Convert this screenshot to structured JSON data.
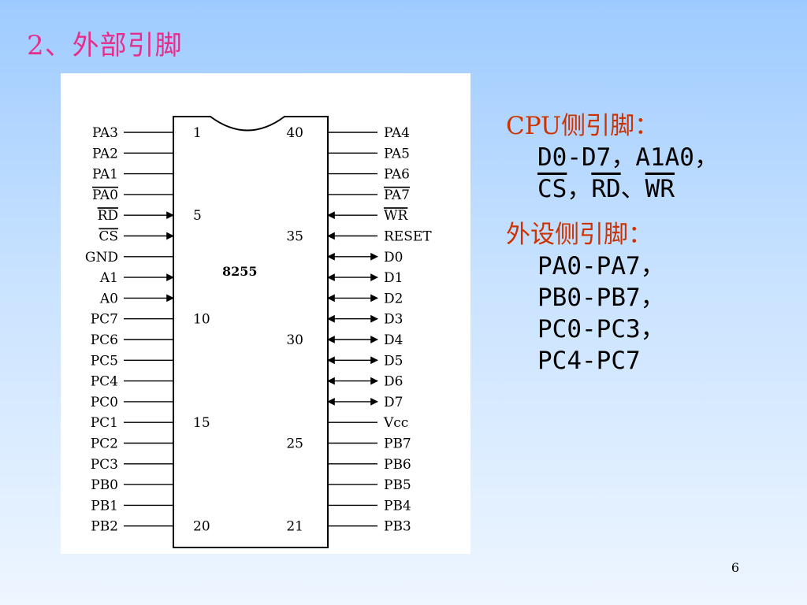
{
  "title": "2、外部引脚",
  "page_number": "6",
  "chip": {
    "name": "8255",
    "left_pins": [
      "PA3",
      "PA2",
      "PA1",
      "PA0",
      "RD",
      "CS",
      "GND",
      "A1",
      "A0",
      "PC7",
      "PC6",
      "PC5",
      "PC4",
      "PC0",
      "PC1",
      "PC2",
      "PC3",
      "PB0",
      "PB1",
      "PB2"
    ],
    "right_pins": [
      "PA4",
      "PA5",
      "PA6",
      "PA7",
      "WR",
      "RESET",
      "D0",
      "D1",
      "D2",
      "D3",
      "D4",
      "D5",
      "D6",
      "D7",
      "Vcc",
      "PB7",
      "PB6",
      "PB5",
      "PB4",
      "PB3"
    ],
    "left_numbers": [
      "1",
      "5",
      "10",
      "15",
      "20"
    ],
    "right_numbers": [
      "40",
      "35",
      "30",
      "25",
      "21"
    ]
  },
  "cpu_section": {
    "title": "CPU侧引脚：",
    "line1": "D0-D7，A1A0，",
    "cs": "CS",
    "sep1": "，",
    "rd": "RD",
    "sep2": "、",
    "wr": "WR"
  },
  "peripheral_section": {
    "title": "外设侧引脚：",
    "lines": [
      "PA0-PA7，",
      "PB0-PB7，",
      "PC0-PC3，",
      "PC4-PC7"
    ]
  }
}
